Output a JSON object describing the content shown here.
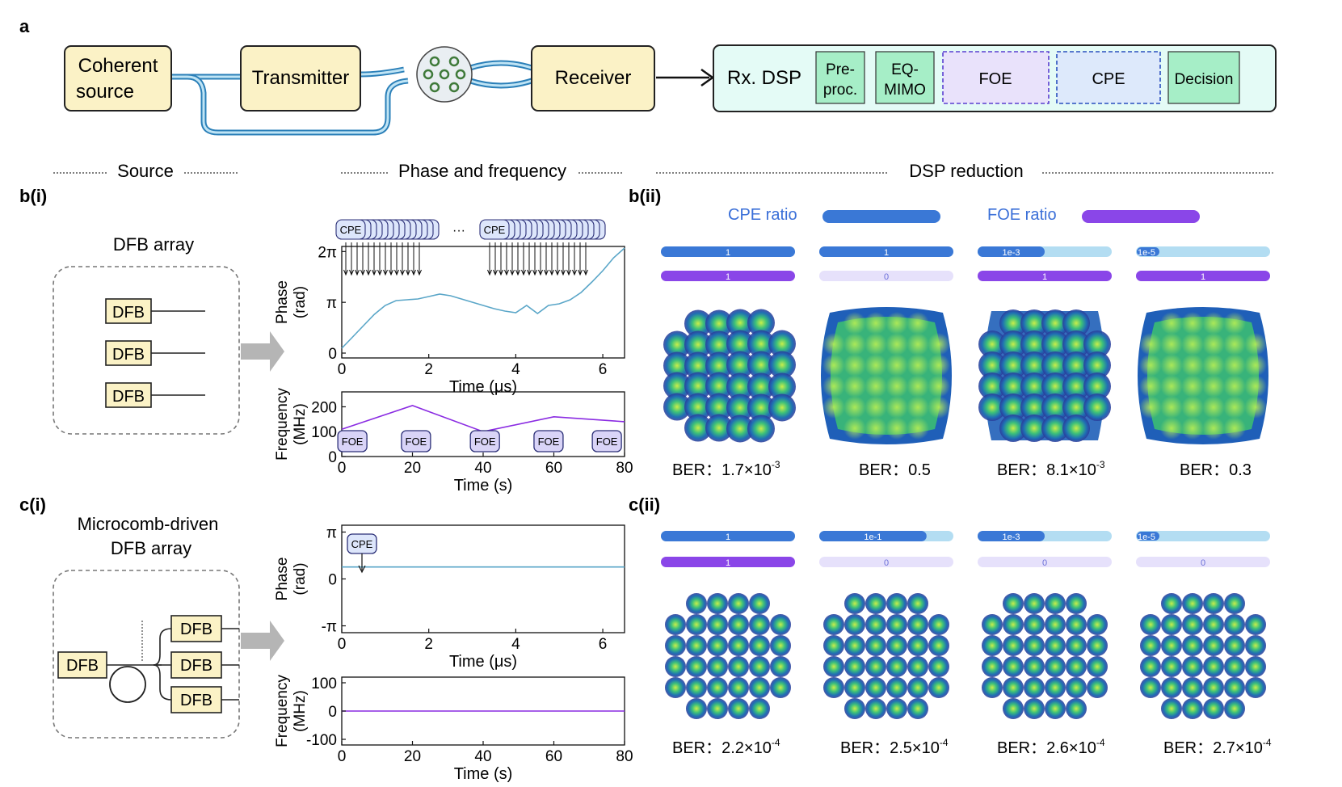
{
  "panel_labels": {
    "a": "a",
    "bi": "b(i)",
    "bii": "b(ii)",
    "ci": "c(i)",
    "cii": "c(ii)"
  },
  "section_headers": {
    "source": "Source",
    "phase": "Phase and frequency",
    "dsp": "DSP reduction"
  },
  "panel_a": {
    "coherent_line1": "Coherent",
    "coherent_line2": "source",
    "transmitter": "Transmitter",
    "receiver": "Receiver",
    "rx_dsp": "Rx. DSP",
    "dsp_blocks": [
      {
        "line1": "Pre-",
        "line2": "proc."
      },
      {
        "line1": "EQ-",
        "line2": "MIMO"
      },
      {
        "line1": "FOE",
        "line2": ""
      },
      {
        "line1": "CPE",
        "line2": ""
      },
      {
        "line1": "Decision",
        "line2": ""
      }
    ]
  },
  "source_b": {
    "title": "DFB array",
    "dfb": "DFB"
  },
  "source_c": {
    "title_line1": "Microcomb-driven",
    "title_line2": "DFB array",
    "dfb": "DFB"
  },
  "ratio_legend": {
    "cpe": "CPE ratio",
    "foe": "FOE ratio",
    "cpe_color": "#3a78d6",
    "foe_color": "#8a46e8"
  },
  "b_bars": [
    {
      "cpe": "1",
      "cpe_fill": 1.0,
      "foe": "1",
      "foe_fill": 1.0
    },
    {
      "cpe": "1",
      "cpe_fill": 1.0,
      "foe": "0",
      "foe_fill": 0.0
    },
    {
      "cpe": "1e-3",
      "cpe_fill": 0.5,
      "foe": "1",
      "foe_fill": 1.0
    },
    {
      "cpe": "1e-5",
      "cpe_fill": 0.0,
      "foe": "1",
      "foe_fill": 1.0
    }
  ],
  "c_bars": [
    {
      "cpe": "1",
      "cpe_fill": 1.0,
      "foe": "1",
      "foe_fill": 1.0
    },
    {
      "cpe": "1e-1",
      "cpe_fill": 0.8,
      "foe": "0",
      "foe_fill": 0.0
    },
    {
      "cpe": "1e-3",
      "cpe_fill": 0.5,
      "foe": "0",
      "foe_fill": 0.0
    },
    {
      "cpe": "1e-5",
      "cpe_fill": 0.0,
      "foe": "0",
      "foe_fill": 0.0
    }
  ],
  "ber_label": "BER：",
  "b_ber": [
    {
      "mant": "1.7×10",
      "exp": "-3"
    },
    {
      "mant": "0.5",
      "exp": ""
    },
    {
      "mant": "8.1×10",
      "exp": "-3"
    },
    {
      "mant": "0.3",
      "exp": ""
    }
  ],
  "c_ber": [
    {
      "mant": "2.2×10",
      "exp": "-4"
    },
    {
      "mant": "2.5×10",
      "exp": "-4"
    },
    {
      "mant": "2.6×10",
      "exp": "-4"
    },
    {
      "mant": "2.7×10",
      "exp": "-4"
    }
  ],
  "tags": {
    "cpe": "CPE",
    "foe": "FOE",
    "ellipsis": "···"
  },
  "chart_data": [
    {
      "id": "b-phase",
      "type": "line",
      "xlabel": "Time (μs)",
      "ylabel_line1": "Phase",
      "ylabel_line2": "(rad)",
      "xlim": [
        0,
        6.5
      ],
      "ylim": [
        -0.3,
        6.6
      ],
      "xticks": [
        "0",
        "2",
        "4",
        "6"
      ],
      "xtick_values": [
        0,
        2,
        4,
        6
      ],
      "yticks": [
        "0",
        "π",
        "2π"
      ],
      "ytick_values": [
        0,
        3.1416,
        6.2832
      ],
      "series": [
        {
          "color": "#5aa6c8",
          "x": [
            0,
            0.25,
            0.5,
            0.75,
            1.0,
            1.25,
            1.5,
            1.75,
            2.0,
            2.25,
            2.5,
            2.75,
            3.0,
            3.25,
            3.5,
            3.75,
            4.0,
            4.25,
            4.5,
            4.75,
            5.0,
            5.25,
            5.5,
            5.75,
            6.0,
            6.25,
            6.5
          ],
          "y": [
            0.3,
            1.0,
            1.7,
            2.4,
            2.95,
            3.25,
            3.3,
            3.35,
            3.5,
            3.65,
            3.55,
            3.35,
            3.15,
            2.95,
            2.75,
            2.6,
            2.5,
            2.95,
            2.45,
            2.95,
            3.05,
            3.3,
            3.75,
            4.4,
            5.1,
            5.9,
            6.5
          ]
        }
      ]
    },
    {
      "id": "b-freq",
      "type": "line",
      "xlabel": "Time (s)",
      "ylabel_line1": "Frequency",
      "ylabel_line2": "(MHz)",
      "xlim": [
        0,
        80
      ],
      "ylim": [
        0,
        260
      ],
      "xticks": [
        "0",
        "20",
        "40",
        "60",
        "80"
      ],
      "xtick_values": [
        0,
        20,
        40,
        60,
        80
      ],
      "yticks": [
        "0",
        "100",
        "200"
      ],
      "ytick_values": [
        0,
        100,
        200
      ],
      "series": [
        {
          "color": "#8a2be2",
          "x": [
            0,
            20,
            40,
            60,
            80
          ],
          "y": [
            110,
            205,
            100,
            160,
            140
          ]
        }
      ]
    },
    {
      "id": "c-phase",
      "type": "line",
      "xlabel": "Time (μs)",
      "ylabel_line1": "Phase",
      "ylabel_line2": "(rad)",
      "xlim": [
        0,
        6.5
      ],
      "ylim": [
        -3.6,
        3.6
      ],
      "xticks": [
        "0",
        "2",
        "4",
        "6"
      ],
      "xtick_values": [
        0,
        2,
        4,
        6
      ],
      "yticks": [
        "-π",
        "0",
        "π"
      ],
      "ytick_values": [
        -3.1416,
        0,
        3.1416
      ],
      "series": [
        {
          "color": "#5aa6c8",
          "x": [
            0,
            6.5
          ],
          "y": [
            0.8,
            0.8
          ]
        }
      ]
    },
    {
      "id": "c-freq",
      "type": "line",
      "xlabel": "Time (s)",
      "ylabel_line1": "Frequency",
      "ylabel_line2": "(MHz)",
      "xlim": [
        0,
        80
      ],
      "ylim": [
        -120,
        120
      ],
      "xticks": [
        "0",
        "20",
        "40",
        "60",
        "80"
      ],
      "xtick_values": [
        0,
        20,
        40,
        60,
        80
      ],
      "yticks": [
        "-100",
        "0",
        "100"
      ],
      "ytick_values": [
        -100,
        0,
        100
      ],
      "series": [
        {
          "color": "#8a2be2",
          "x": [
            0,
            80
          ],
          "y": [
            0,
            0
          ]
        }
      ]
    }
  ]
}
